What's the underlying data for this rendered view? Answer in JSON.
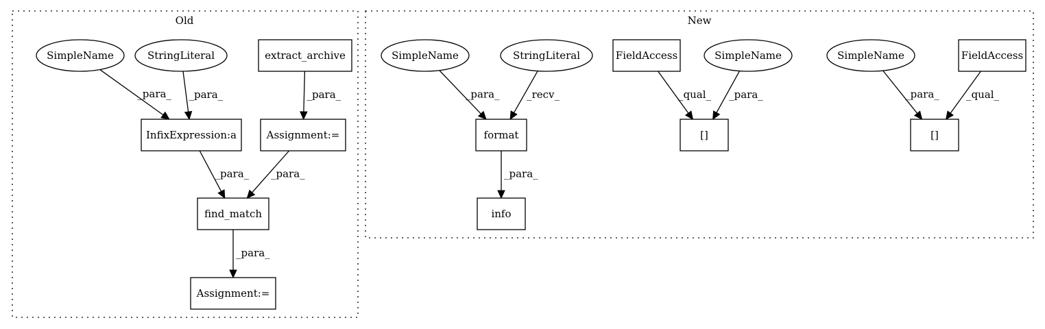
{
  "clusters": [
    {
      "id": "old",
      "label": "Old"
    },
    {
      "id": "new",
      "label": "New"
    }
  ],
  "nodes": [
    {
      "id": "o_simplename",
      "label": "SimpleName",
      "shape": "ellipse"
    },
    {
      "id": "o_stringliteral",
      "label": "StringLiteral",
      "shape": "ellipse"
    },
    {
      "id": "o_extract_archive",
      "label": "extract_archive",
      "shape": "box"
    },
    {
      "id": "o_infix",
      "label": "InfixExpression:a",
      "shape": "box"
    },
    {
      "id": "o_assign1",
      "label": "Assignment:=",
      "shape": "box"
    },
    {
      "id": "o_find_match",
      "label": "find_match",
      "shape": "box"
    },
    {
      "id": "o_assign2",
      "label": "Assignment:=",
      "shape": "box"
    },
    {
      "id": "n_simplename1",
      "label": "SimpleName",
      "shape": "ellipse"
    },
    {
      "id": "n_stringliteral",
      "label": "StringLiteral",
      "shape": "ellipse"
    },
    {
      "id": "n_format",
      "label": "format",
      "shape": "box"
    },
    {
      "id": "n_info",
      "label": "info",
      "shape": "box"
    },
    {
      "id": "n_fieldaccess1",
      "label": "FieldAccess",
      "shape": "box"
    },
    {
      "id": "n_simplename2",
      "label": "SimpleName",
      "shape": "ellipse"
    },
    {
      "id": "n_index1",
      "label": "[]",
      "shape": "box"
    },
    {
      "id": "n_simplename3",
      "label": "SimpleName",
      "shape": "ellipse"
    },
    {
      "id": "n_fieldaccess2",
      "label": "FieldAccess",
      "shape": "box"
    },
    {
      "id": "n_index2",
      "label": "[]",
      "shape": "box"
    }
  ],
  "edges": [
    {
      "from": "o_simplename",
      "to": "o_infix",
      "label": "_para_"
    },
    {
      "from": "o_stringliteral",
      "to": "o_infix",
      "label": "_para_"
    },
    {
      "from": "o_extract_archive",
      "to": "o_assign1",
      "label": "_para_"
    },
    {
      "from": "o_infix",
      "to": "o_find_match",
      "label": "_para_"
    },
    {
      "from": "o_assign1",
      "to": "o_find_match",
      "label": "_para_"
    },
    {
      "from": "o_find_match",
      "to": "o_assign2",
      "label": "_para_"
    },
    {
      "from": "n_simplename1",
      "to": "n_format",
      "label": "_para_"
    },
    {
      "from": "n_stringliteral",
      "to": "n_format",
      "label": "_recv_"
    },
    {
      "from": "n_format",
      "to": "n_info",
      "label": "_para_"
    },
    {
      "from": "n_fieldaccess1",
      "to": "n_index1",
      "label": "_qual_"
    },
    {
      "from": "n_simplename2",
      "to": "n_index1",
      "label": "_para_"
    },
    {
      "from": "n_simplename3",
      "to": "n_index2",
      "label": "_para_"
    },
    {
      "from": "n_fieldaccess2",
      "to": "n_index2",
      "label": "_qual_"
    }
  ]
}
